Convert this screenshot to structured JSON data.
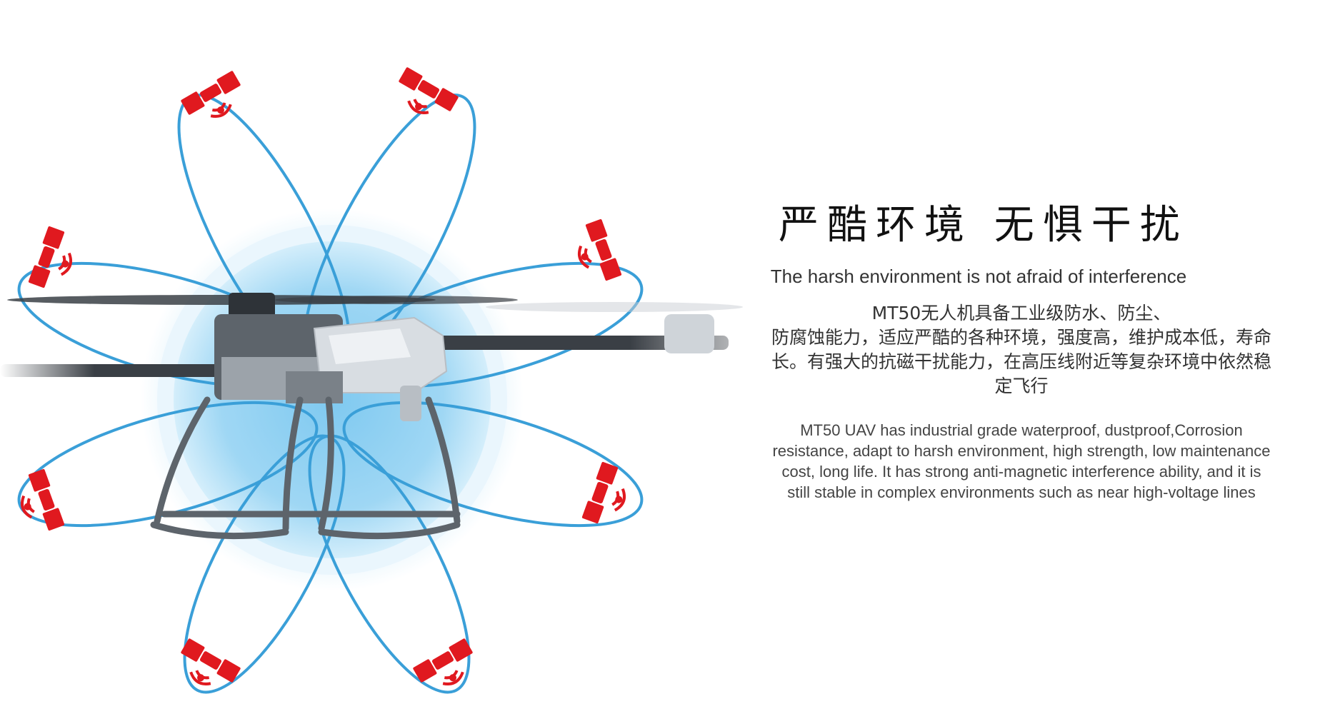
{
  "headline": "严酷环境  无惧干扰",
  "subtitle": "The harsh environment is not afraid of interference",
  "cn_body_lines": [
    "MT50无人机具备工业级防水、防尘、",
    "防腐蚀能力，适应严酷的各种环境，强度高，维护成本低，寿命",
    "长。有强大的抗磁干扰能力，在高压线附近等复杂环境中依然稳",
    "定飞行"
  ],
  "en_body_lines": [
    "MT50 UAV has industrial grade waterproof, dustproof,Corrosion",
    "resistance, adapt to harsh environment, high strength, low maintenance",
    "cost, long life. It has strong anti-magnetic interference ability, and it is",
    "still stable in complex environments such as near high-voltage lines"
  ],
  "colors": {
    "satellite": "#e0191f",
    "orbit": "#3a9fd8",
    "shield": "#8ed0f2",
    "drone_body": "#d8dde2",
    "drone_frame": "#3a3f45"
  },
  "icons": [
    "satellite-icon",
    "signal-waves-icon"
  ]
}
